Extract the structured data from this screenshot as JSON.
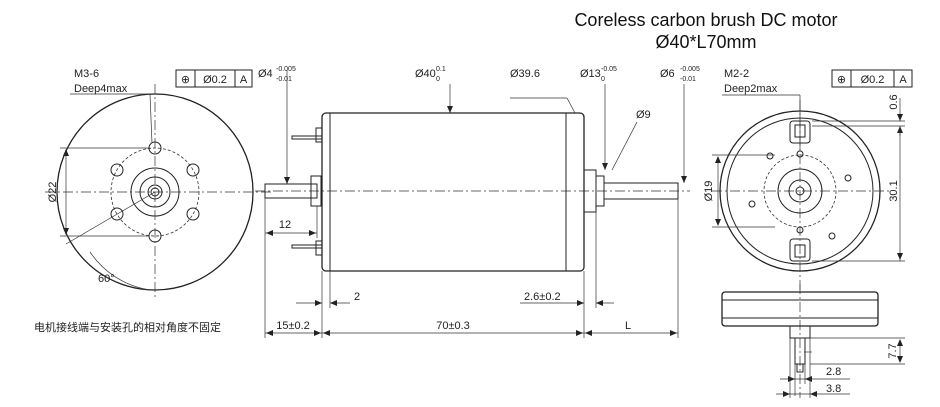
{
  "title": {
    "line1": "Coreless carbon brush DC motor",
    "line2": "Ø40*L70mm"
  },
  "left_view": {
    "thread": "M3-6",
    "depth": "Deep4max",
    "tolerance": {
      "symbol": "⊕",
      "value": "Ø0.2",
      "datum": "A"
    },
    "dia_label": "Ø22",
    "angle_label": "60°"
  },
  "side_view": {
    "shaft_front": {
      "base": "Ø4",
      "upper": "-0.005",
      "lower": "-0.01"
    },
    "body_dia": {
      "base": "Ø40",
      "upper": "0.1",
      "lower": "0"
    },
    "rear_body": "Ø39.6",
    "rear_boss": {
      "base": "Ø13",
      "upper": "-0.05",
      "lower": "0"
    },
    "rear_shaft": {
      "base": "Ø6",
      "upper": "-0.005",
      "lower": "-0.01"
    },
    "rear_step": "Ø9",
    "front_len": "12",
    "dim_2": "2",
    "dim_26": "2.6±0.2",
    "dim_15": "15±0.2",
    "dim_70": "70±0.3",
    "dim_L": "L"
  },
  "right_view": {
    "thread": "M2-2",
    "depth": "Deep2max",
    "tolerance": {
      "symbol": "⊕",
      "value": "Ø0.2",
      "datum": "A"
    },
    "dim_06": "0.6",
    "dim_301": "30.1",
    "dim_19": "Ø19"
  },
  "bottom_view": {
    "dim_77": "7.7",
    "dim_28": "2.8",
    "dim_38": "3.8"
  },
  "note": "电机接线端与安装孔的相对角度不固定"
}
